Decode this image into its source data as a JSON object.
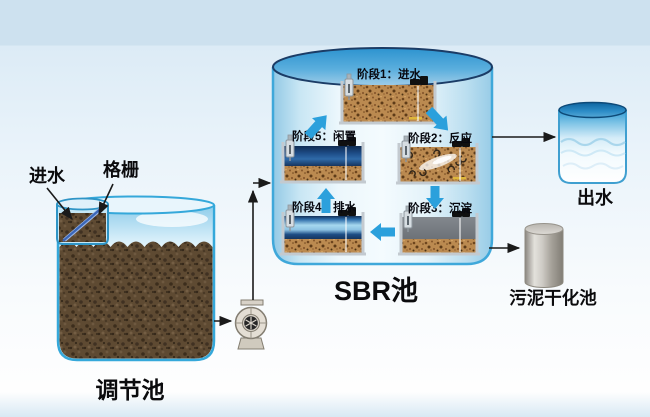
{
  "labels": {
    "influent": "进水",
    "bar_screen": "格栅",
    "regulating_tank": "调节池",
    "sbr_tank": "SBR池",
    "effluent": "出水",
    "sludge_drying_tank": "污泥干化池"
  },
  "sbr_stages": [
    {
      "label": "阶段1：进水"
    },
    {
      "label": "阶段2：反应"
    },
    {
      "label": "阶段3：沉淀"
    },
    {
      "label": "阶段4：排水"
    },
    {
      "label": "阶段5：闲置"
    }
  ],
  "colors": {
    "cycle_arrow_blue": "#2ba0dc",
    "tank_outline_blue": "#38a9dc",
    "sbr_rim_navy": "#1b3c66",
    "sludge_brown": "#5e4a32",
    "mixed_liquor_tan": "#bb8a50",
    "settled_gray": "#787d82",
    "water_navy": "#1d4b85",
    "steel_gray": "#b5b1a9",
    "background_top": "#cde1ef"
  }
}
